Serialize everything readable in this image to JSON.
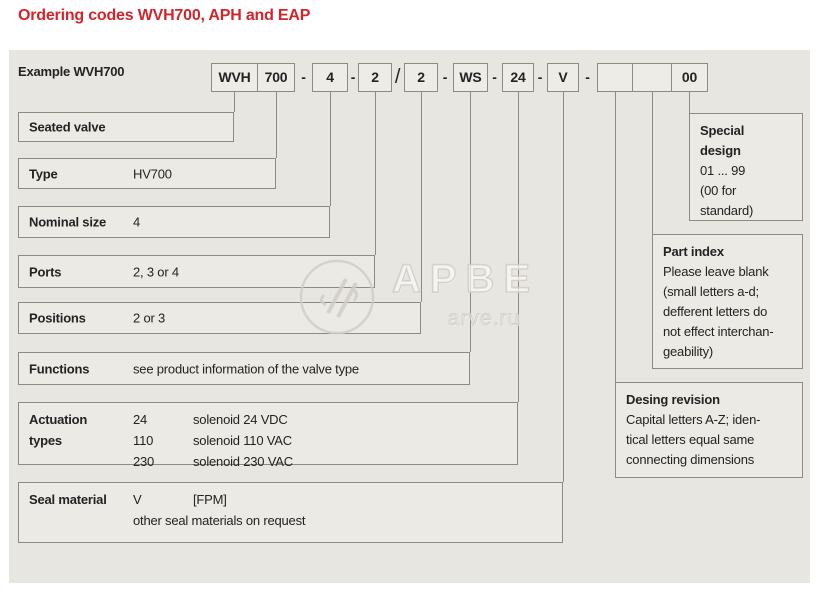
{
  "page_title": "Ordering codes WVH700, APH and EAP",
  "example_label": "Example WVH700",
  "code_segments": [
    {
      "text": "WVH"
    },
    {
      "text": "700"
    },
    {
      "text": "-"
    },
    {
      "text": "4"
    },
    {
      "text": "-"
    },
    {
      "text": "2"
    },
    {
      "text": "/"
    },
    {
      "text": "2"
    },
    {
      "text": "-"
    },
    {
      "text": "WS"
    },
    {
      "text": "-"
    },
    {
      "text": "24"
    },
    {
      "text": "-"
    },
    {
      "text": "V"
    },
    {
      "text": "-"
    },
    {
      "text": ""
    },
    {
      "text": ""
    },
    {
      "text": "00"
    }
  ],
  "rows": [
    {
      "label": "Seated valve",
      "value": ""
    },
    {
      "label": "Type",
      "value": "HV700"
    },
    {
      "label": "Nominal size",
      "value": "4"
    },
    {
      "label": "Ports",
      "value": "2, 3 or 4"
    },
    {
      "label": "Positions",
      "value": "2 or 3"
    },
    {
      "label": "Functions",
      "value": "see product information of the valve type"
    },
    {
      "label": "Actuation\ntypes",
      "options": [
        {
          "code": "24",
          "desc": "solenoid 24 VDC"
        },
        {
          "code": "110",
          "desc": "solenoid 110 VAC"
        },
        {
          "code": "230",
          "desc": "solenoid 230 VAC"
        }
      ]
    },
    {
      "label": "Seal material",
      "value": "V",
      "bracket": "[FPM]",
      "note": "other seal materials on request"
    }
  ],
  "side_boxes": [
    {
      "title": "Special\ndesign",
      "body": "01 ... 99\n(00 for\nstandard)"
    },
    {
      "title": "Part index",
      "body": "Please leave blank\n(small letters a-d;\ndefferent letters do\nnot effect interchan-\ngeability)"
    },
    {
      "title": "Desing revision",
      "body": "Capital letters A-Z; iden-\ntical letters equal same\nconnecting dimensions"
    }
  ],
  "watermark": {
    "big": "АРВЕ",
    "small": "arve.ru"
  },
  "colors": {
    "accent_red": "#d3242b",
    "panel_bg": "#e8e6e1",
    "box_border": "#8f8a83"
  }
}
